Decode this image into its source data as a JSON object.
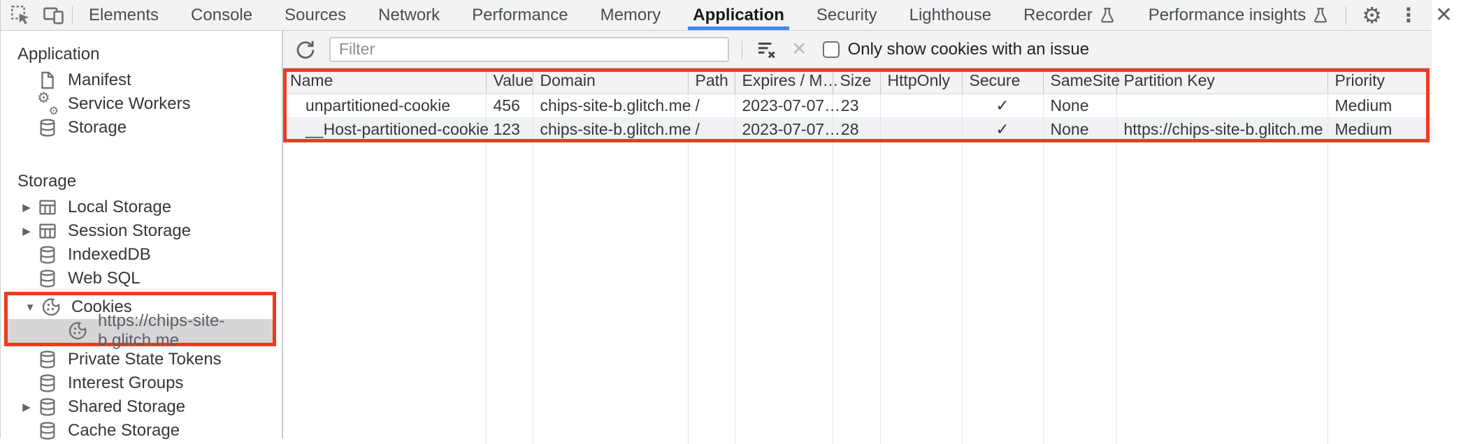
{
  "devtools": {
    "colors": {
      "highlight_red": "#ee3b20",
      "accent_blue": "#4285f4",
      "selected_bg": "#d6d6d6",
      "stripe": "#eff1f5"
    },
    "tabbar": {
      "tabs": [
        {
          "label": "Elements"
        },
        {
          "label": "Console"
        },
        {
          "label": "Sources"
        },
        {
          "label": "Network"
        },
        {
          "label": "Performance"
        },
        {
          "label": "Memory"
        },
        {
          "label": "Application",
          "selected": true
        },
        {
          "label": "Security"
        },
        {
          "label": "Lighthouse"
        },
        {
          "label": "Recorder",
          "flask": true
        },
        {
          "label": "Performance insights",
          "flask": true
        }
      ]
    },
    "sidebar": {
      "sections": [
        {
          "title": "Application",
          "items": [
            {
              "label": "Manifest",
              "icon": "manifest"
            },
            {
              "label": "Service Workers",
              "icon": "service-workers"
            },
            {
              "label": "Storage",
              "icon": "database"
            }
          ]
        },
        {
          "title": "Storage",
          "items": [
            {
              "label": "Local Storage",
              "icon": "table",
              "arrow": "collapsed"
            },
            {
              "label": "Session Storage",
              "icon": "table",
              "arrow": "collapsed"
            },
            {
              "label": "IndexedDB",
              "icon": "database"
            },
            {
              "label": "Web SQL",
              "icon": "database"
            },
            {
              "label": "Cookies",
              "icon": "cookie",
              "arrow": "expanded",
              "group": "highlight"
            },
            {
              "label": "https://chips-site-b.glitch.me",
              "icon": "cookie",
              "selected": true,
              "indent": 1,
              "group": "highlight"
            },
            {
              "label": "Private State Tokens",
              "icon": "database"
            },
            {
              "label": "Interest Groups",
              "icon": "database"
            },
            {
              "label": "Shared Storage",
              "icon": "database",
              "arrow": "collapsed"
            },
            {
              "label": "Cache Storage",
              "icon": "database"
            }
          ]
        }
      ]
    },
    "toolbar": {
      "filter_placeholder": "Filter",
      "checkbox_label": "Only show cookies with an issue",
      "clear_x_label": "✕"
    },
    "cookies_table": {
      "columns": [
        "Name",
        "Value",
        "Domain",
        "Path",
        "Expires / M…",
        "Size",
        "HttpOnly",
        "Secure",
        "SameSite",
        "Partition Key",
        "Priority"
      ],
      "rows": [
        [
          "unpartitioned-cookie",
          "456",
          "chips-site-b.glitch.me",
          "/",
          "2023-07-07…",
          "23",
          "",
          "✓",
          "None",
          "",
          "Medium"
        ],
        [
          "__Host-partitioned-cookie",
          "123",
          "chips-site-b.glitch.me",
          "/",
          "2023-07-07…",
          "28",
          "",
          "✓",
          "None",
          "https://chips-site-b.glitch.me",
          "Medium"
        ]
      ]
    }
  }
}
